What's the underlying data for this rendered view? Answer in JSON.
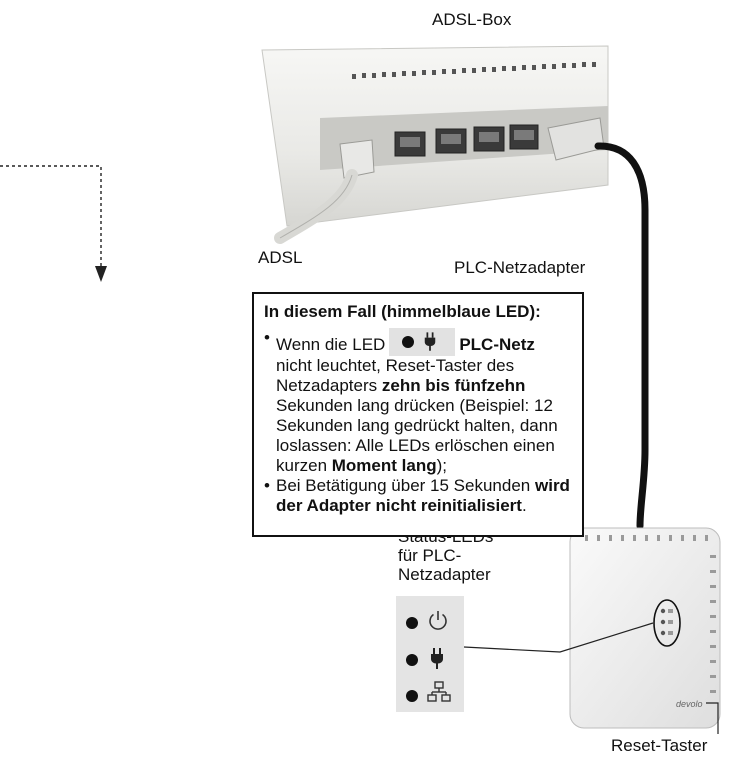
{
  "labels": {
    "adsl_box": "ADSL-Box",
    "adsl": "ADSL",
    "plc_adapter": "PLC-Netzadapter",
    "status_leds": [
      "Status-LEDs",
      "für PLC-",
      "Netzadapter"
    ],
    "reset_button": "Reset-Taster",
    "adapter_brand": "devolo"
  },
  "info_box": {
    "title": "In diesem Fall (himmelblaue LED):",
    "item1": {
      "p1": "Wenn die LED",
      "p2": "PLC-Netz",
      "p3": "nicht leuchtet, Reset-Taster des Netzadapters",
      "p4": "zehn bis fünfzehn",
      "p5": "Sekunden lang drücken (Beispiel: 12 Sekunden lang gedrückt halten, dann loslassen: Alle LEDs erlöschen einen kurzen",
      "p6": "Moment lang",
      "p7": ");"
    },
    "item2": {
      "p1": "Bei Betätigung über 15 Sekunden",
      "p2": "wird der Adapter nicht reinitialisiert",
      "p3": "."
    }
  },
  "icons": {
    "led_power": "power-icon",
    "led_plc": "plug-icon",
    "led_network": "network-icon"
  },
  "colors": {
    "line": "#111111",
    "device_white": "#f3f3f3",
    "panel_grey": "#e4e4e4"
  }
}
